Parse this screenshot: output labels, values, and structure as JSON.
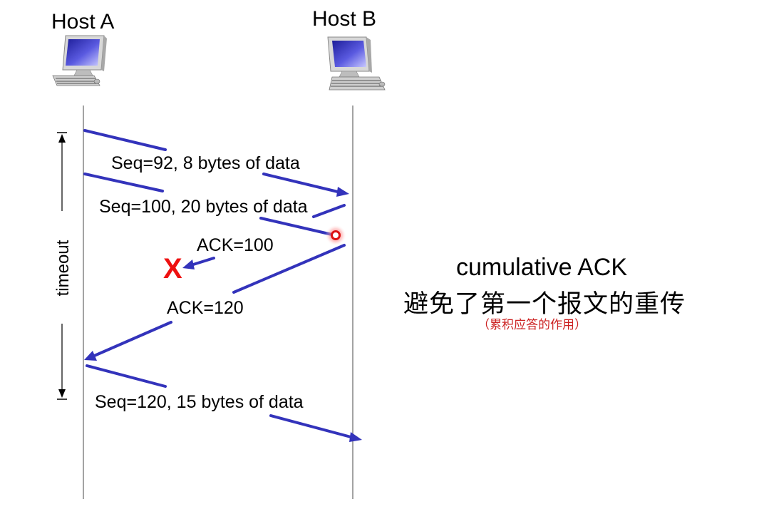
{
  "hosts": {
    "a_label": "Host A",
    "b_label": "Host B"
  },
  "messages": {
    "seq92": "Seq=92, 8 bytes of data",
    "seq100": "Seq=100, 20 bytes of data",
    "ack100": "ACK=100",
    "ack120": "ACK=120",
    "seq120": "Seq=120,  15 bytes of data"
  },
  "timer": {
    "label": "timeout"
  },
  "loss_marker": {
    "glyph": "X"
  },
  "note": {
    "title": "cumulative ACK",
    "chinese": "避免了第一个报文的重传",
    "chinese_sub": "（累积应答的作用）"
  },
  "colors": {
    "arrow": "#3333bb",
    "timeline": "#666666",
    "loss_marker": "#ee1111",
    "highlight": "#dd1111",
    "note_sub": "#cc2222",
    "monitor_screen": "#3b3bc4",
    "monitor_body": "#d8d8d8"
  },
  "icons": {
    "host_a": "desktop-computer-icon",
    "host_b": "desktop-computer-icon",
    "pointer": "pointer-highlight-icon"
  }
}
